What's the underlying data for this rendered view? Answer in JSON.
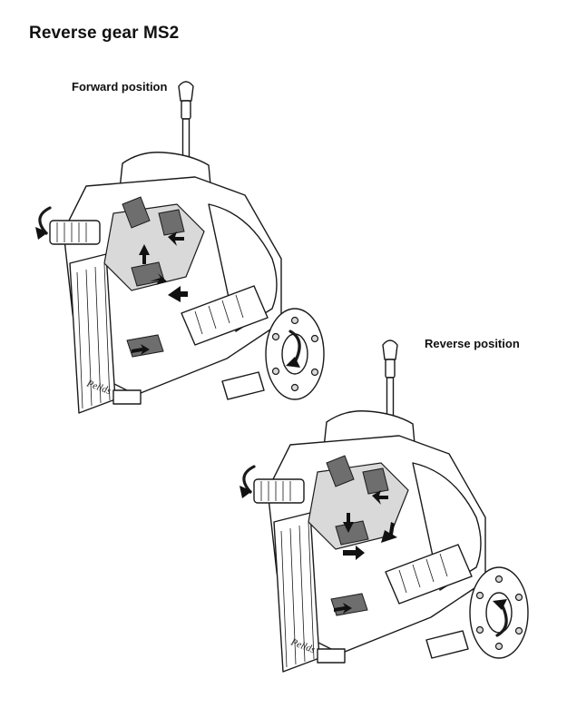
{
  "page": {
    "title": "Reverse gear MS2"
  },
  "views": [
    {
      "id": "forward",
      "label": "Forward position",
      "brand": "Pellds"
    },
    {
      "id": "reverse",
      "label": "Reverse position",
      "brand": "Pellds"
    }
  ],
  "colors": {
    "ink": "#111111",
    "background": "#ffffff",
    "shade": "#d9d9d9"
  }
}
